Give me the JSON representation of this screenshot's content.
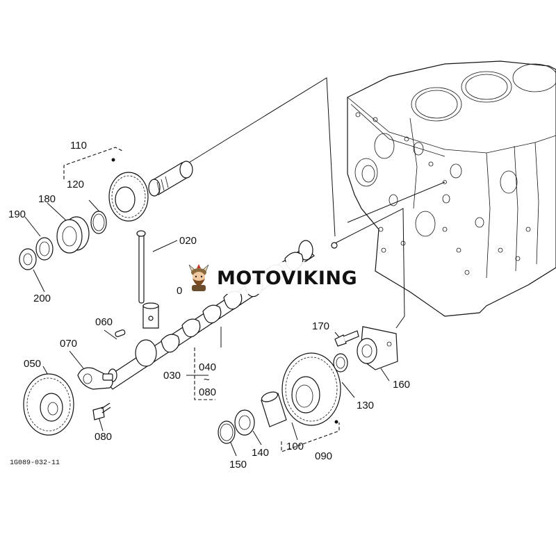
{
  "diagram": {
    "figure_code": "1G089-032-11",
    "watermark_text": "MOTOVIKING",
    "labels": {
      "p110": "110",
      "p120": "120",
      "p180": "180",
      "p190": "190",
      "p200": "200",
      "p020": "020",
      "p0": "0",
      "p060": "060",
      "p070": "070",
      "p050": "050",
      "p080a": "080",
      "p030": "030",
      "p040": "040",
      "tilde": "~",
      "p080b": "080",
      "p170": "170",
      "p160": "160",
      "p130": "130",
      "p100": "100",
      "p090": "090",
      "p140": "140",
      "p150": "150"
    }
  }
}
